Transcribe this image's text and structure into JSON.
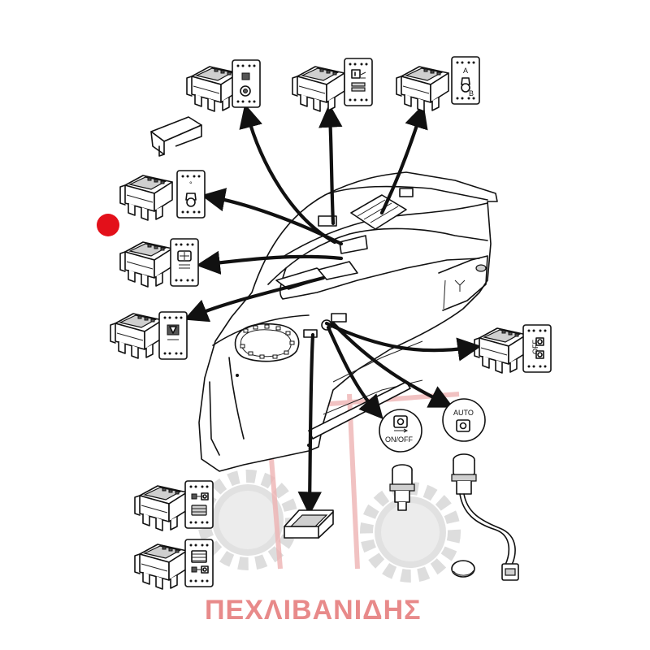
{
  "labels": {
    "auto_button": "AUTO",
    "onoff_button": "ON/OFF",
    "off_marking": "OFF",
    "a_marking": "A",
    "b_marking": "B"
  },
  "watermark": {
    "text": "ΠΕΧΛΙΒΑΝΙΔΗΣ",
    "color": "#e88a8a"
  },
  "marker": {
    "color": "#e3101a"
  },
  "colors": {
    "line": "#111111",
    "background": "#ffffff",
    "watermark_gear": "#d8d8d8"
  }
}
